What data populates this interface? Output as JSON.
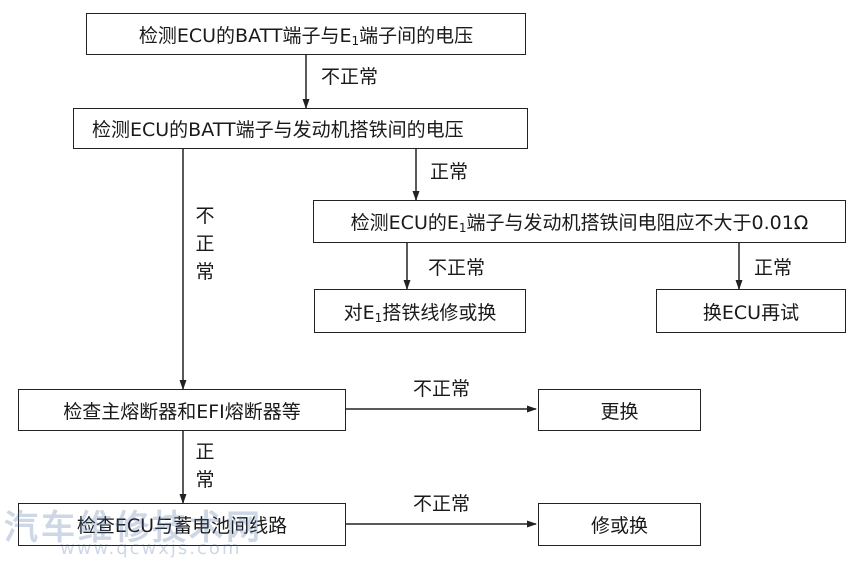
{
  "boxes": {
    "b1": {
      "pre": "检测ECU的BATT端子与E",
      "sub": "1",
      "post": "端子间的电压"
    },
    "b2": {
      "text": "检测ECU的BATT端子与发动机搭铁间的电压"
    },
    "b3": {
      "pre": "检测ECU的E",
      "sub": "1",
      "post": "端子与发动机搭铁间电阻应不大于0.01Ω"
    },
    "b4": {
      "pre": "对E",
      "sub": "1",
      "post": "搭铁线修或换"
    },
    "b5": {
      "text": "换ECU再试"
    },
    "b6": {
      "text": "检查主熔断器和EFI熔断器等"
    },
    "b7": {
      "text": "更换"
    },
    "b8": {
      "text": "检查ECU与蓄电池间线路"
    },
    "b9": {
      "text": "修或换"
    }
  },
  "labels": {
    "l1": "不正常",
    "l2": "正常",
    "l3": [
      "不",
      "正",
      "常"
    ],
    "l4": "不正常",
    "l5": "正常",
    "l6": "不正常",
    "l7": [
      "正",
      "常"
    ],
    "l8": "不正常"
  },
  "watermark": {
    "cn": "汽车维修技术网",
    "url": "www.qcwxjs.com"
  }
}
